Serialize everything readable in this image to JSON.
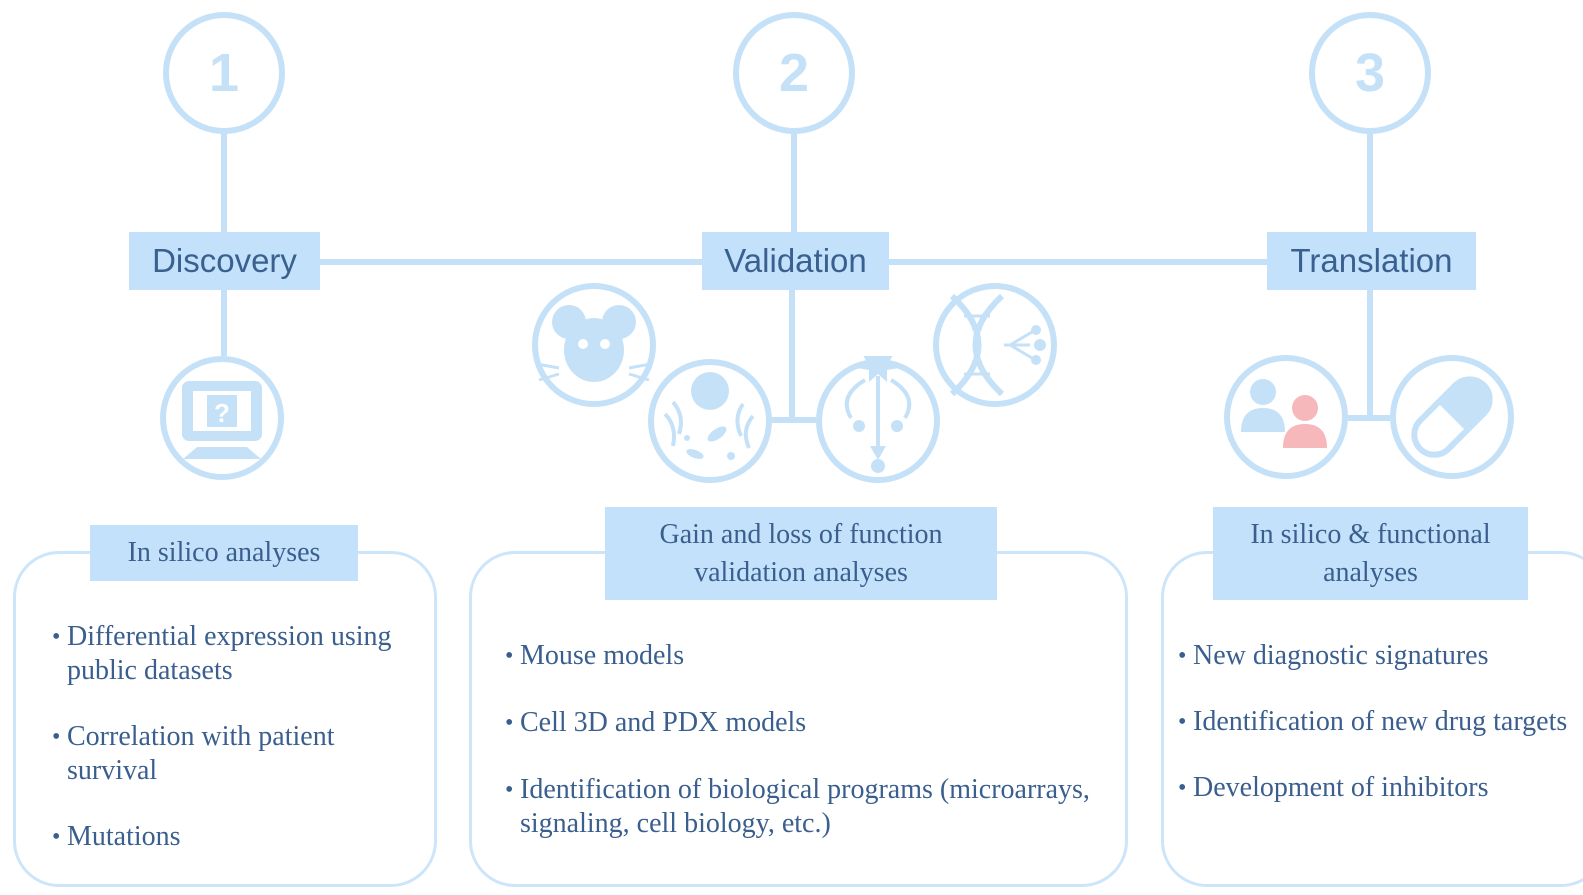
{
  "stages": [
    {
      "number": "1",
      "title": "Discovery",
      "icon": "computer-question-icon",
      "method": "In silico analyses",
      "items": [
        "Differential expression using public datasets",
        "Correlation with patient survival",
        "Mutations"
      ]
    },
    {
      "number": "2",
      "title": "Validation",
      "icons": [
        "mouse-icon",
        "cell-icon",
        "signaling-pathway-icon",
        "dna-icon"
      ],
      "method": "Gain and loss of function validation analyses",
      "items": [
        "Mouse models",
        "Cell 3D and PDX models",
        "Identification of biological programs (microarrays, signaling, cell biology, etc.)"
      ]
    },
    {
      "number": "3",
      "title": "Translation",
      "icons": [
        "patients-icon",
        "pill-icon"
      ],
      "method": "In silico & functional analyses",
      "items": [
        "New diagnostic signatures",
        "Identification of new drug targets",
        "Development of inhibitors"
      ]
    }
  ],
  "colors": {
    "line": "#c5e1f8",
    "box_fill": "#c3e1fa",
    "text": "#3a5f8e",
    "accent_pink": "#f6b8bb"
  }
}
